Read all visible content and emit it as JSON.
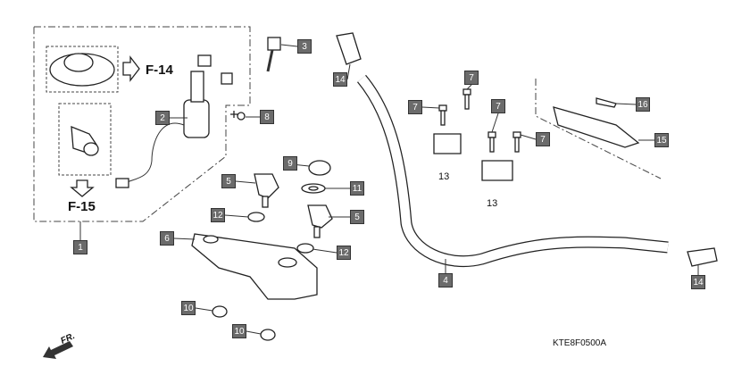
{
  "diagram": {
    "callouts": [
      "1",
      "2",
      "3",
      "4",
      "5",
      "5",
      "6",
      "7",
      "7",
      "7",
      "7",
      "8",
      "9",
      "10",
      "10",
      "11",
      "12",
      "12",
      "14",
      "14",
      "15",
      "16"
    ],
    "plain_labels": [
      "13",
      "13"
    ],
    "references": {
      "f14": "F-14",
      "f15": "F-15"
    },
    "diagram_code": "KTE8F0500A",
    "front_indicator": "FR.",
    "callout_color": "#6b6b6b"
  }
}
